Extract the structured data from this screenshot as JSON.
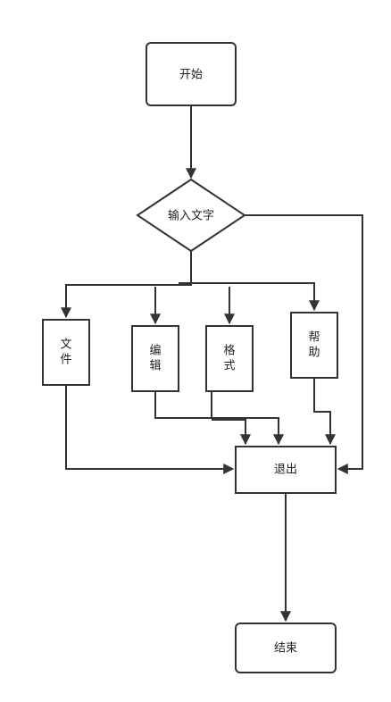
{
  "nodes": {
    "start": {
      "label": "开始"
    },
    "input": {
      "label": "输入文字"
    },
    "file": {
      "label": "文\n件"
    },
    "edit": {
      "label": "编\n辑"
    },
    "format": {
      "label": "格\n式"
    },
    "help": {
      "label": "帮\n助"
    },
    "exit": {
      "label": "退出"
    },
    "end": {
      "label": "结束"
    }
  },
  "colors": {
    "stroke": "#333333",
    "fill": "#ffffff",
    "text": "#222222"
  }
}
